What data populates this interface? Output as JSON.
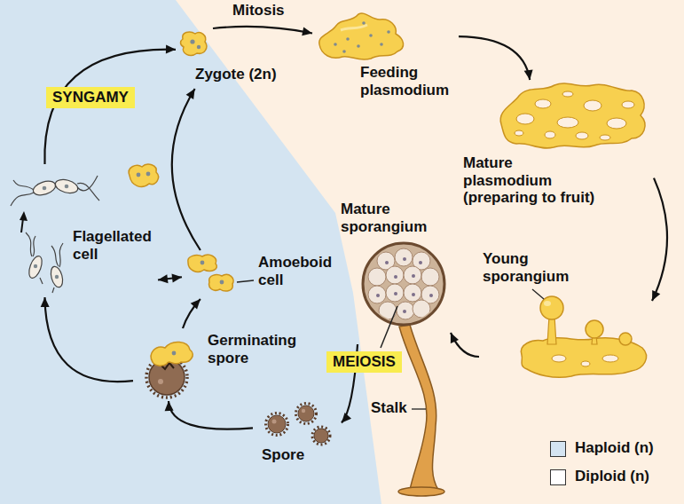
{
  "diagram": {
    "nodes": [
      {
        "text": [
          "Zygote (2n)"
        ]
      },
      {
        "text": [
          "Feeding plasmodium"
        ]
      },
      {
        "text": [
          "Mature plasmodium (preparing to fruit)"
        ]
      },
      {
        "text": [
          "Young sporangium"
        ]
      },
      {
        "text": [
          "Mature sporangium"
        ]
      },
      {
        "text": [
          "Spore"
        ]
      },
      {
        "text": [
          "Germinating spore"
        ]
      },
      {
        "text": [
          "Amoeboid cell"
        ]
      },
      {
        "text": [
          "Flagellated cell"
        ]
      }
    ],
    "edges": [
      {
        "from": 0,
        "to": 1,
        "arrow": "to",
        "label": "Mitosis"
      },
      {
        "from": 1,
        "to": 2,
        "arrow": "to"
      },
      {
        "from": 2,
        "to": 3,
        "arrow": "to"
      },
      {
        "from": 3,
        "to": 4,
        "arrow": "to"
      },
      {
        "from": 4,
        "to": 5,
        "arrow": "to",
        "label": "MEIOSIS"
      },
      {
        "from": 5,
        "to": 6,
        "arrow": "to"
      },
      {
        "from": 6,
        "to": 7,
        "arrow": "to"
      },
      {
        "from": 6,
        "to": 8,
        "arrow": "to"
      },
      {
        "from": 8,
        "to": 7,
        "arrow": "both"
      },
      {
        "from": 8,
        "to": 0,
        "arrow": "to",
        "label": "SYNGAMY"
      },
      {
        "from": 7,
        "to": 0,
        "arrow": "to"
      }
    ],
    "labels": [
      "Stalk"
    ],
    "legend": [
      {
        "text": "Haploid (n)",
        "color": "#d4e4f1"
      },
      {
        "text": "Diploid (n)",
        "color": "#ffffff"
      }
    ]
  }
}
